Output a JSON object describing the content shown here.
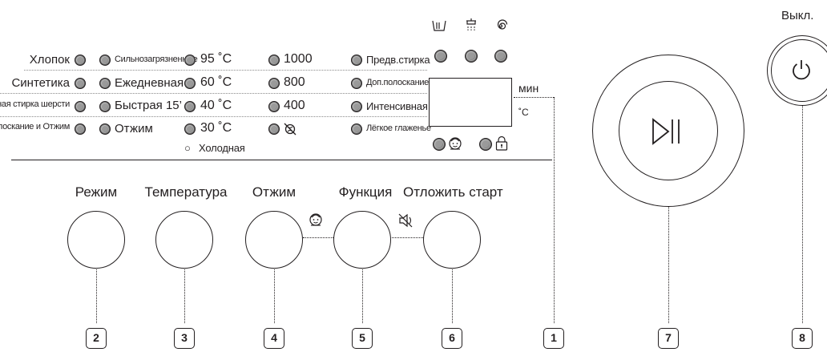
{
  "panel": {
    "programs_left": [
      "Хлопок",
      "Синтетика",
      "Ручная стирка шерсти",
      "Полоскание и Отжим"
    ],
    "programs_right": [
      "Сильнозагрязненные",
      "Ежедневная",
      "Быстрая 15’",
      "Отжим"
    ],
    "temperatures": [
      "95 ˚C",
      "60 ˚C",
      "40 ˚C",
      "30 ˚C"
    ],
    "temp_cold": "Холодная",
    "cold_marker": "○",
    "spin_speeds": [
      "1000",
      "800",
      "400"
    ],
    "functions": [
      "Предв.стирка",
      "Доп.полоскание",
      "Интенсивная",
      "Лёгкое глаженье"
    ],
    "display_min": "мин",
    "display_deg": "˚C"
  },
  "buttons": [
    {
      "label": "Режим",
      "number": "2"
    },
    {
      "label": "Температура",
      "number": "3"
    },
    {
      "label": "Отжим",
      "number": "4"
    },
    {
      "label": "Функция",
      "number": "5"
    },
    {
      "label": "Отложить старт",
      "number": "6"
    }
  ],
  "display_callout": "1",
  "start_pause": {
    "number": "7",
    "icon": "play-pause-icon"
  },
  "power": {
    "label": "Выкл.",
    "number": "8",
    "icon": "power-icon"
  },
  "icons": {
    "detergent_top": [
      "prewash-compartment-icon",
      "shower-rinse-icon",
      "spiral-softener-icon"
    ],
    "child_lock": "child-lock-icon",
    "door_lock": "lock-icon",
    "mute": "mute-icon",
    "no_spin": "no-spin-icon"
  }
}
